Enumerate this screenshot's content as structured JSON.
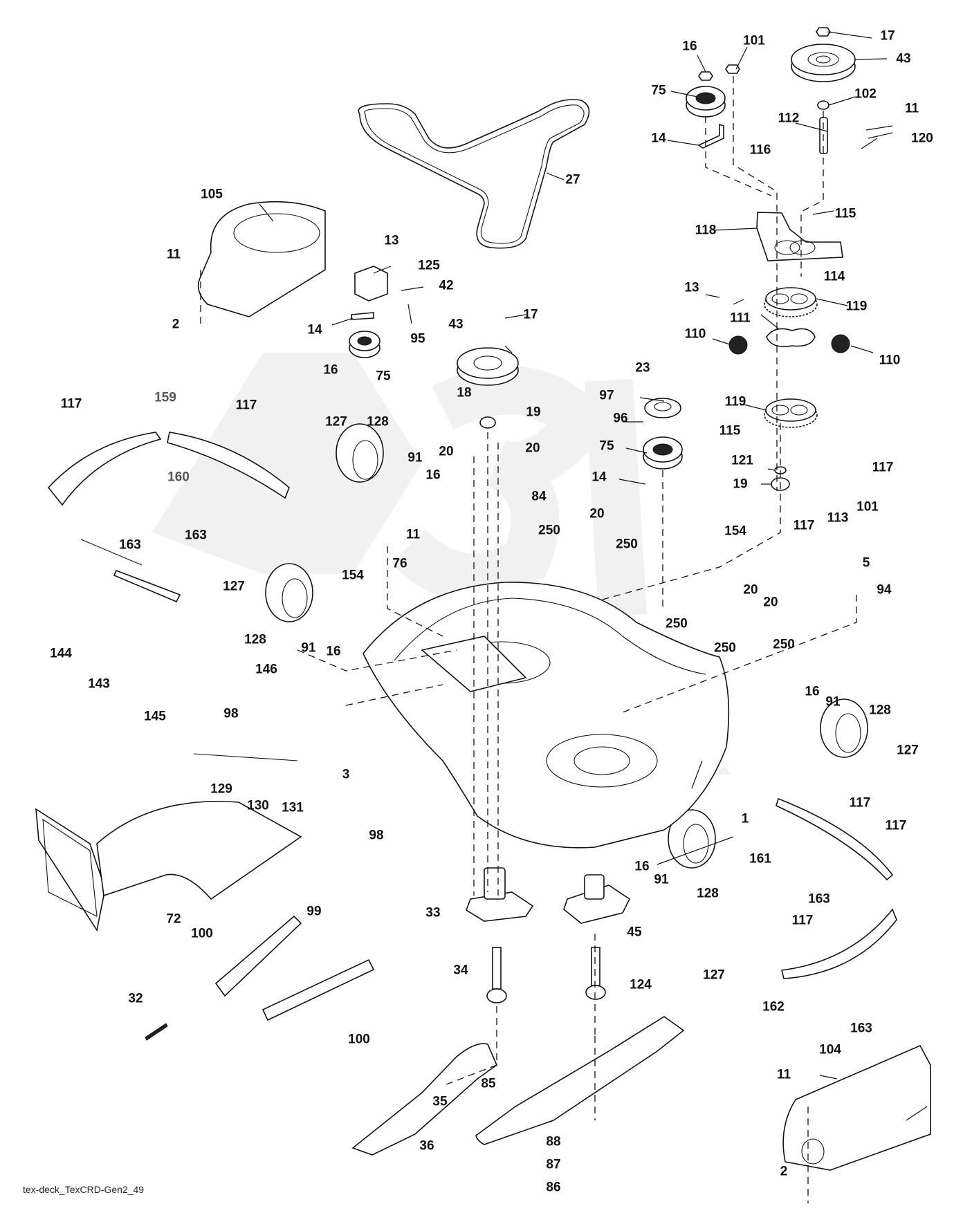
{
  "diagram": {
    "title": "tex-deck_TexCRD-Gen2_49",
    "watermark": "GARDEN",
    "accent_color": "#111111",
    "watermark_color": "#efefef"
  },
  "callouts": [
    {
      "id": "c1",
      "text": "17"
    },
    {
      "id": "c2",
      "text": "16"
    },
    {
      "id": "c3",
      "text": "101"
    },
    {
      "id": "c4",
      "text": "43"
    },
    {
      "id": "c5",
      "text": "75"
    },
    {
      "id": "c6",
      "text": "102"
    },
    {
      "id": "c7",
      "text": "11"
    },
    {
      "id": "c8",
      "text": "112"
    },
    {
      "id": "c9",
      "text": "14"
    },
    {
      "id": "c10",
      "text": "116"
    },
    {
      "id": "c11",
      "text": "120"
    },
    {
      "id": "c12",
      "text": "27"
    },
    {
      "id": "c13",
      "text": "115"
    },
    {
      "id": "c14",
      "text": "118"
    },
    {
      "id": "c15",
      "text": "105"
    },
    {
      "id": "c16",
      "text": "13"
    },
    {
      "id": "c17",
      "text": "125"
    },
    {
      "id": "c18",
      "text": "11"
    },
    {
      "id": "c19",
      "text": "42"
    },
    {
      "id": "c20",
      "text": "114"
    },
    {
      "id": "c21",
      "text": "13"
    },
    {
      "id": "c22",
      "text": "119"
    },
    {
      "id": "c23",
      "text": "2"
    },
    {
      "id": "c24",
      "text": "14"
    },
    {
      "id": "c25",
      "text": "95"
    },
    {
      "id": "c26",
      "text": "43"
    },
    {
      "id": "c27",
      "text": "17"
    },
    {
      "id": "c28",
      "text": "111"
    },
    {
      "id": "c29",
      "text": "110"
    },
    {
      "id": "c30",
      "text": "110"
    },
    {
      "id": "c31",
      "text": "16"
    },
    {
      "id": "c32",
      "text": "75"
    },
    {
      "id": "c33",
      "text": "23"
    },
    {
      "id": "c34",
      "text": "117"
    },
    {
      "id": "c35",
      "text": "159"
    },
    {
      "id": "c36",
      "text": "117"
    },
    {
      "id": "c37",
      "text": "18"
    },
    {
      "id": "c38",
      "text": "97"
    },
    {
      "id": "c39",
      "text": "119"
    },
    {
      "id": "c40",
      "text": "19"
    },
    {
      "id": "c41",
      "text": "96"
    },
    {
      "id": "c42",
      "text": "127"
    },
    {
      "id": "c43",
      "text": "128"
    },
    {
      "id": "c44",
      "text": "115"
    },
    {
      "id": "c45",
      "text": "160"
    },
    {
      "id": "c46",
      "text": "20"
    },
    {
      "id": "c47",
      "text": "20"
    },
    {
      "id": "c48",
      "text": "75"
    },
    {
      "id": "c49",
      "text": "121"
    },
    {
      "id": "c50",
      "text": "117"
    },
    {
      "id": "c51",
      "text": "91"
    },
    {
      "id": "c52",
      "text": "16"
    },
    {
      "id": "c53",
      "text": "84"
    },
    {
      "id": "c54",
      "text": "14"
    },
    {
      "id": "c55",
      "text": "19"
    },
    {
      "id": "c56",
      "text": "117"
    },
    {
      "id": "c57",
      "text": "113"
    },
    {
      "id": "c58",
      "text": "101"
    },
    {
      "id": "c59",
      "text": "163"
    },
    {
      "id": "c60",
      "text": "163"
    },
    {
      "id": "c61",
      "text": "20"
    },
    {
      "id": "c62",
      "text": "250"
    },
    {
      "id": "c63",
      "text": "250"
    },
    {
      "id": "c64",
      "text": "154"
    },
    {
      "id": "c65",
      "text": "11"
    },
    {
      "id": "c66",
      "text": "76"
    },
    {
      "id": "c67",
      "text": "5"
    },
    {
      "id": "c68",
      "text": "94"
    },
    {
      "id": "c69",
      "text": "154"
    },
    {
      "id": "c70",
      "text": "127"
    },
    {
      "id": "c71",
      "text": "20"
    },
    {
      "id": "c72",
      "text": "20"
    },
    {
      "id": "c73",
      "text": "250"
    },
    {
      "id": "c74",
      "text": "250"
    },
    {
      "id": "c75",
      "text": "250"
    },
    {
      "id": "c76",
      "text": "144"
    },
    {
      "id": "c77",
      "text": "146"
    },
    {
      "id": "c78",
      "text": "128"
    },
    {
      "id": "c79",
      "text": "91"
    },
    {
      "id": "c80",
      "text": "16"
    },
    {
      "id": "c81",
      "text": "143"
    },
    {
      "id": "c82",
      "text": "145"
    },
    {
      "id": "c83",
      "text": "98"
    },
    {
      "id": "c84",
      "text": "16"
    },
    {
      "id": "c85",
      "text": "91"
    },
    {
      "id": "c86",
      "text": "128"
    },
    {
      "id": "c87",
      "text": "127"
    },
    {
      "id": "c88",
      "text": "3"
    },
    {
      "id": "c89",
      "text": "129"
    },
    {
      "id": "c90",
      "text": "130"
    },
    {
      "id": "c91",
      "text": "131"
    },
    {
      "id": "c92",
      "text": "1"
    },
    {
      "id": "c93",
      "text": "98"
    },
    {
      "id": "c94",
      "text": "117"
    },
    {
      "id": "c95",
      "text": "161"
    },
    {
      "id": "c96",
      "text": "117"
    },
    {
      "id": "c97",
      "text": "16"
    },
    {
      "id": "c98",
      "text": "91"
    },
    {
      "id": "c99",
      "text": "128"
    },
    {
      "id": "c100",
      "text": "163"
    },
    {
      "id": "c101",
      "text": "33"
    },
    {
      "id": "c102",
      "text": "45"
    },
    {
      "id": "c103",
      "text": "117"
    },
    {
      "id": "c104",
      "text": "72"
    },
    {
      "id": "c105",
      "text": "99"
    },
    {
      "id": "c106",
      "text": "100"
    },
    {
      "id": "c107",
      "text": "127"
    },
    {
      "id": "c108",
      "text": "34"
    },
    {
      "id": "c109",
      "text": "124"
    },
    {
      "id": "c110",
      "text": "162"
    },
    {
      "id": "c111",
      "text": "163"
    },
    {
      "id": "c112",
      "text": "32"
    },
    {
      "id": "c113",
      "text": "100"
    },
    {
      "id": "c114",
      "text": "104"
    },
    {
      "id": "c115",
      "text": "85"
    },
    {
      "id": "c116",
      "text": "11"
    },
    {
      "id": "c117",
      "text": "35"
    },
    {
      "id": "c118",
      "text": "36"
    },
    {
      "id": "c119",
      "text": "88"
    },
    {
      "id": "c120",
      "text": "87"
    },
    {
      "id": "c121",
      "text": "2"
    },
    {
      "id": "c122",
      "text": "86"
    }
  ]
}
